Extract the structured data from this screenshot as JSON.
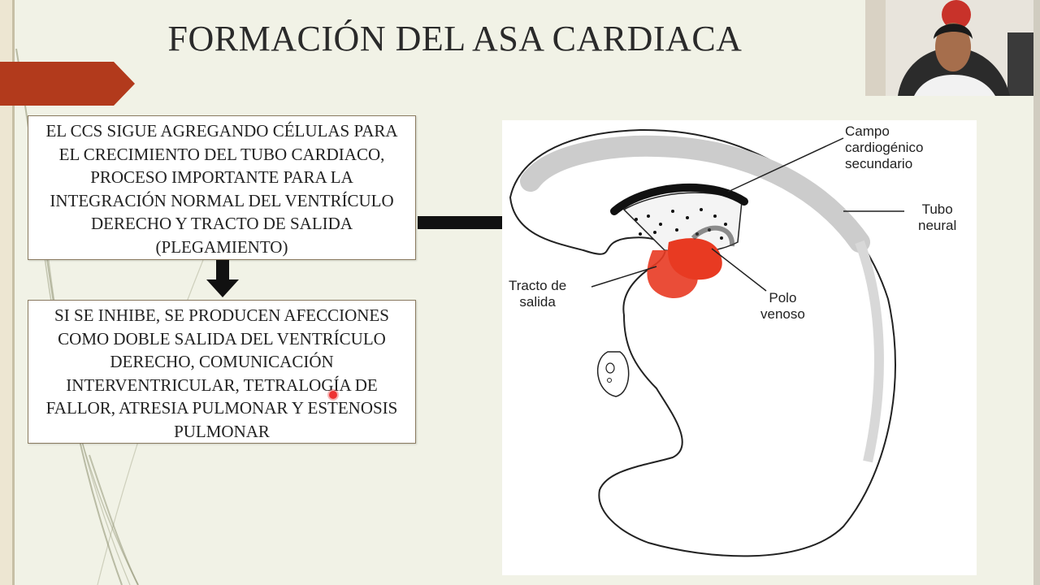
{
  "slide": {
    "title": "FORMACIÓN DEL ASA CARDIACA",
    "box1_text": "EL CCS SIGUE AGREGANDO CÉLULAS PARA EL CRECIMIENTO DEL TUBO CARDIACO, PROCESO IMPORTANTE PARA LA INTEGRACIÓN NORMAL DEL VENTRÍCULO DERECHO Y TRACTO DE SALIDA (PLEGAMIENTO)",
    "box2_text": "SI SE INHIBE, SE PRODUCEN AFECCIONES COMO DOBLE SALIDA DEL VENTRÍCULO DERECHO, COMUNICACIÓN INTERVENTRICULAR, TETRALOGÍA DE FALLOR, ATRESIA PULMONAR Y ESTENOSIS PULMONAR"
  },
  "figure": {
    "labels": {
      "campo": "Campo\ncardiogénico\nsecundario",
      "tubo": "Tubo\nneural",
      "tracto": "Tracto de\nsalida",
      "polo": "Polo\nvenoso"
    }
  },
  "colors": {
    "accent": "#b23a1c",
    "heart_red": "#e83a22",
    "background": "#f1f2e6"
  }
}
